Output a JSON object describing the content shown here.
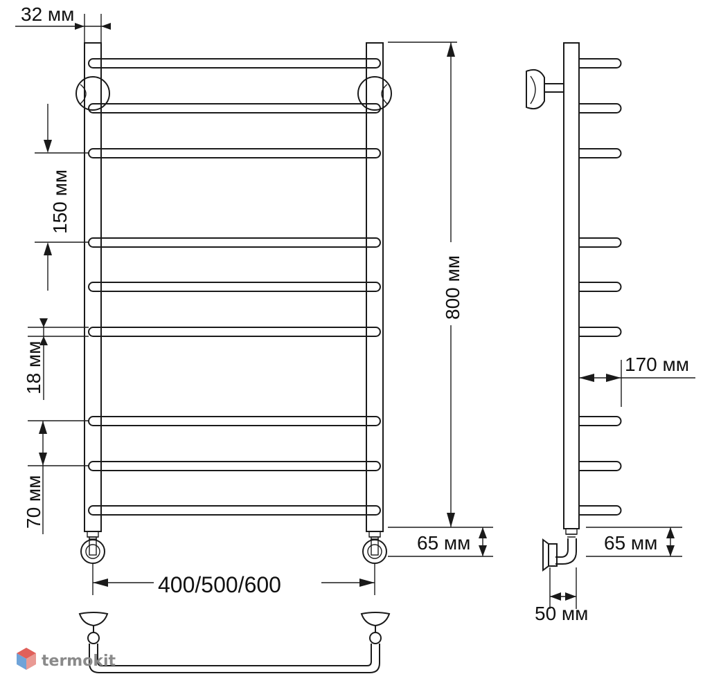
{
  "dimensions": {
    "pipe_diameter": "32 мм",
    "rung_spacing": "150 мм",
    "rung_diameter": "18 мм",
    "bottom_gap": "70 мм",
    "height": "800 мм",
    "connection_height_front": "65 мм",
    "connection_height_side": "65 мм",
    "depth": "170 мм",
    "width": "400/500/600",
    "bracket_offset": "50 мм"
  },
  "watermark": {
    "brand": "termokit"
  },
  "colors": {
    "line": "#1a1a1a",
    "background": "#ffffff",
    "watermark_gray": "#8a8a8a",
    "logo_red": "#e0605a",
    "logo_blue": "#6fa3d8"
  }
}
